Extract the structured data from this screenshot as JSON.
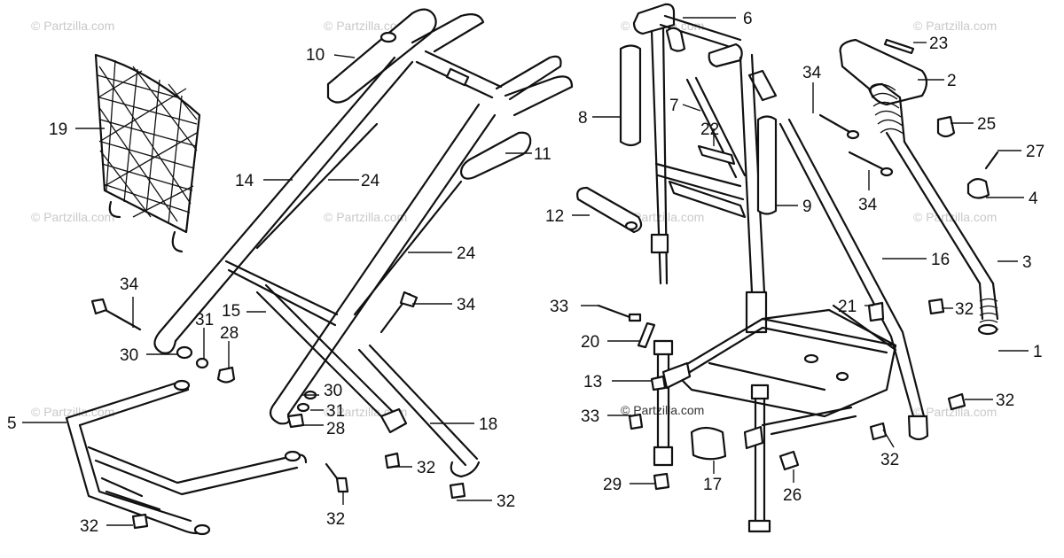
{
  "watermark": "© Partzilla.com",
  "callouts": [
    {
      "id": "c19",
      "text": "19"
    },
    {
      "id": "c10",
      "text": "10"
    },
    {
      "id": "c14",
      "text": "14"
    },
    {
      "id": "c24a",
      "text": "24"
    },
    {
      "id": "c24b",
      "text": "24"
    },
    {
      "id": "c11",
      "text": "11"
    },
    {
      "id": "c34a",
      "text": "34"
    },
    {
      "id": "c34b",
      "text": "34"
    },
    {
      "id": "c15",
      "text": "15"
    },
    {
      "id": "c31a",
      "text": "31"
    },
    {
      "id": "c28a",
      "text": "28"
    },
    {
      "id": "c30a",
      "text": "30"
    },
    {
      "id": "c30b",
      "text": "30"
    },
    {
      "id": "c31b",
      "text": "31"
    },
    {
      "id": "c28b",
      "text": "28"
    },
    {
      "id": "c18",
      "text": "18"
    },
    {
      "id": "c5",
      "text": "5"
    },
    {
      "id": "c32a",
      "text": "32"
    },
    {
      "id": "c32b",
      "text": "32"
    },
    {
      "id": "c32c",
      "text": "32"
    },
    {
      "id": "c32d",
      "text": "32"
    },
    {
      "id": "c6",
      "text": "6"
    },
    {
      "id": "c23",
      "text": "23"
    },
    {
      "id": "c2",
      "text": "2"
    },
    {
      "id": "c34c",
      "text": "34"
    },
    {
      "id": "c34d",
      "text": "34"
    },
    {
      "id": "c8",
      "text": "8"
    },
    {
      "id": "c7",
      "text": "7"
    },
    {
      "id": "c22",
      "text": "22"
    },
    {
      "id": "c25",
      "text": "25"
    },
    {
      "id": "c27",
      "text": "27"
    },
    {
      "id": "c4",
      "text": "4"
    },
    {
      "id": "c9",
      "text": "9"
    },
    {
      "id": "c12",
      "text": "12"
    },
    {
      "id": "c16",
      "text": "16"
    },
    {
      "id": "c3",
      "text": "3"
    },
    {
      "id": "c33a",
      "text": "33"
    },
    {
      "id": "c21",
      "text": "21"
    },
    {
      "id": "c32e",
      "text": "32"
    },
    {
      "id": "c20",
      "text": "20"
    },
    {
      "id": "c1",
      "text": "1"
    },
    {
      "id": "c13",
      "text": "13"
    },
    {
      "id": "c32f",
      "text": "32"
    },
    {
      "id": "c33b",
      "text": "33"
    },
    {
      "id": "c32g",
      "text": "32"
    },
    {
      "id": "c29",
      "text": "29"
    },
    {
      "id": "c17",
      "text": "17"
    },
    {
      "id": "c26",
      "text": "26"
    }
  ]
}
